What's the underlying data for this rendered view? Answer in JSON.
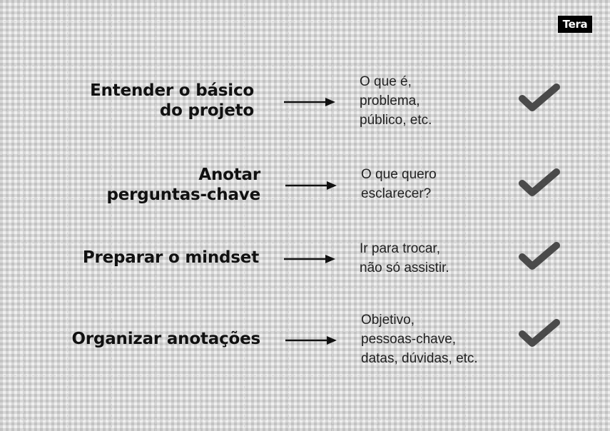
{
  "logo": {
    "text": "Tera"
  },
  "steps": [
    {
      "title": "Entender o básico\ndo projeto",
      "description": "O que é,\nproblema,\npúblico, etc.",
      "done": true
    },
    {
      "title": "Anotar\nperguntas-chave",
      "description": "O que quero\nesclarecer?",
      "done": true
    },
    {
      "title": "Preparar o mindset",
      "description": "Ir para trocar,\nnão só assistir.",
      "done": true
    },
    {
      "title": "Organizar anotações",
      "description": "Objetivo,\npessoas-chave,\ndatas, dúvidas, etc.",
      "done": true
    }
  ],
  "colors": {
    "background": "#f0f0f0",
    "text": "#111111",
    "check": "#4a4a4a",
    "logo_bg": "#000000",
    "logo_text": "#ffffff"
  },
  "icons": {
    "arrow": "right-arrow-icon",
    "check": "checkmark-icon"
  }
}
